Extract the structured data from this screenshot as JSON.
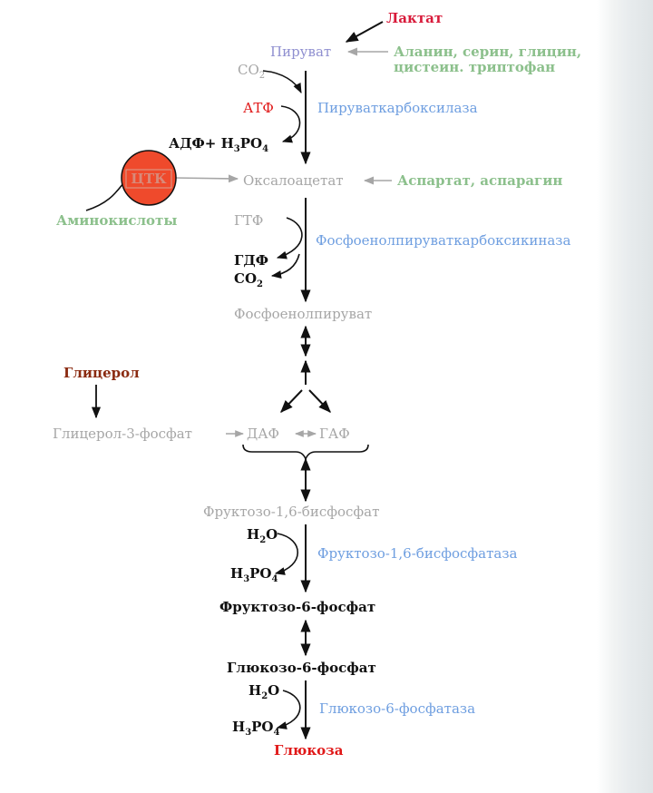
{
  "colors": {
    "red": "#e01818",
    "crimson": "#d81a3a",
    "brown": "#8a2a10",
    "blue": "#6e9ee0",
    "violet": "#8f8fd0",
    "green": "#8cc08c",
    "gray": "#a6a6a6",
    "black": "#111111",
    "tca_fill": "#ef4a2c"
  },
  "nodes": {
    "lactate": "Лактат",
    "pyruvate": "Пируват",
    "amino_acids_1": "Аланин, серин, глицин,",
    "amino_acids_2": "цистеин. триптофан",
    "co2_top_base": "CO",
    "co2_top_sub": "2",
    "atp": "АТФ",
    "pyruvate_carboxylase": "Пируваткарбоксилаза",
    "adp_base": "АДФ+ Н",
    "adp_sub1": "3",
    "adp_mid": "РО",
    "adp_sub2": "4",
    "tca": "ЦТК",
    "oxaloacetate": "Оксалоацетат",
    "aspartate": "Аспартат, аспарагин",
    "amino_acids": "Аминокислоты",
    "gtp": "ГТФ",
    "pepck": "Фосфоенолпируваткарбоксикиназа",
    "gdp": "ГДФ",
    "co2_mid_base": "CO",
    "co2_mid_sub": "2",
    "pep": "Фосфоенолпируват",
    "glycerol": "Глицерол",
    "glycerol3p": "Глицерол-3-фосфат",
    "dhap": "ДАФ",
    "gap": "ГАФ",
    "f16bp": "Фруктозо-1,6-бисфосфат",
    "h2o_1_base": "Н",
    "h2o_1_sub": "2",
    "h2o_1_end": "О",
    "h3po4_1_base": "Н",
    "h3po4_1_sub1": "3",
    "h3po4_1_mid": "РО",
    "h3po4_1_sub2": "4",
    "fbpase": "Фруктозо-1,6-бисфосфатаза",
    "f6p": "Фруктозо-6-фосфат",
    "g6p": "Глюкозо-6-фосфат",
    "h2o_2_base": "Н",
    "h2o_2_sub": "2",
    "h2o_2_end": "О",
    "g6pase": "Глюкозо-6-фосфатаза",
    "h3po4_2_base": "Н",
    "h3po4_2_sub1": "3",
    "h3po4_2_mid": "РО",
    "h3po4_2_sub2": "4",
    "glucose": "Глюкоза"
  }
}
